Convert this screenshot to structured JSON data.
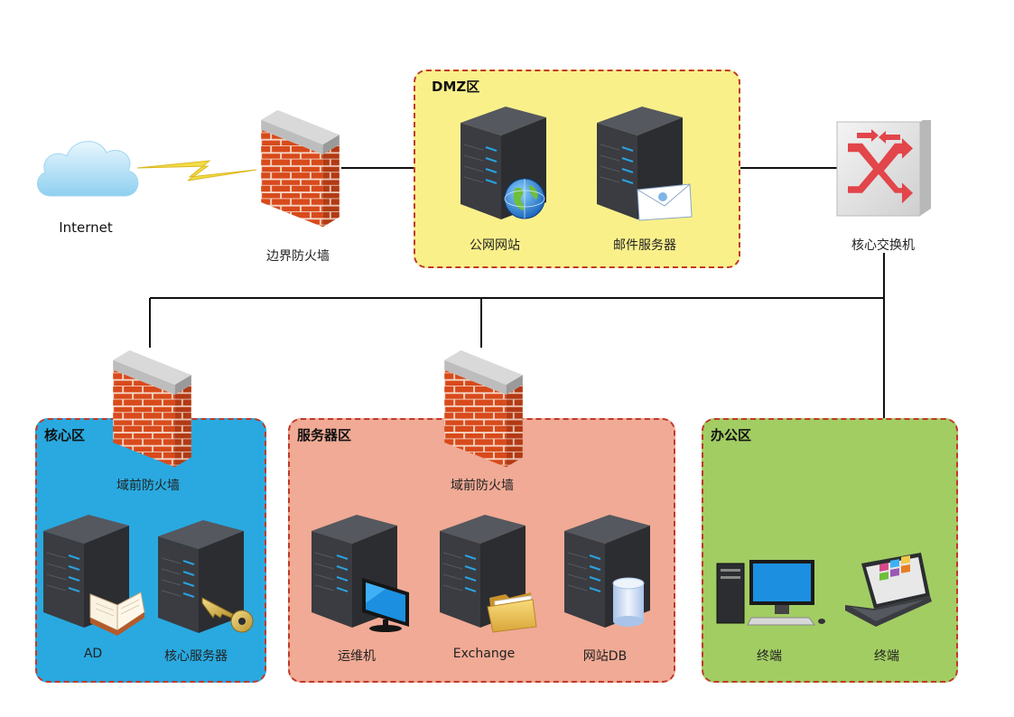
{
  "nodes": {
    "internet": "Internet",
    "border_firewall": "边界防火墙",
    "core_switch": "核心交换机",
    "public_website": "公网网站",
    "mail_server": "邮件服务器",
    "core_fw": "域前防火墙",
    "server_fw": "域前防火墙",
    "ad": "AD",
    "core_server": "核心服务器",
    "ops_machine": "运维机",
    "exchange": "Exchange",
    "website_db": "网站DB",
    "terminal_1": "终端",
    "terminal_2": "终端"
  },
  "zones": {
    "dmz": "DMZ区",
    "core": "核心区",
    "server": "服务器区",
    "office": "办公区"
  },
  "colors": {
    "dmz_fill": "#faf08a",
    "core_fill": "#29a9e0",
    "server_fill": "#f0aa95",
    "office_fill": "#a2cd63",
    "zone_border": "#c0392b",
    "brick": "#d84a1b",
    "server_body": "#2d2f33",
    "led": "#2aa3e0"
  },
  "edges": [
    [
      "internet",
      "border_firewall"
    ],
    [
      "border_firewall",
      "dmz"
    ],
    [
      "dmz",
      "core_switch"
    ],
    [
      "core_switch",
      "core_fw"
    ],
    [
      "core_switch",
      "server_fw"
    ],
    [
      "core_switch",
      "office"
    ]
  ]
}
